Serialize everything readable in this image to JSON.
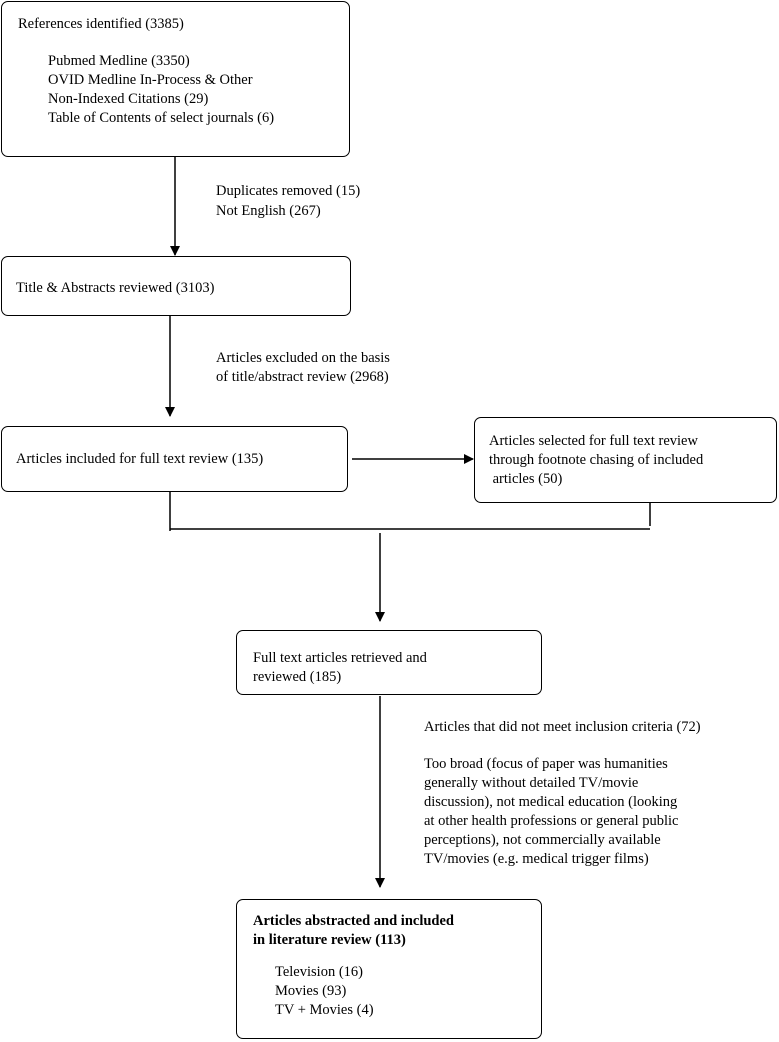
{
  "box1": {
    "title": "References identified (3385)",
    "items": [
      "Pubmed Medline (3350)",
      "OVID Medline In-Process & Other",
      "Non-Indexed Citations (29)",
      "Table of Contents of select journals (6)"
    ]
  },
  "note1": {
    "lines": [
      "Duplicates removed (15)",
      "Not English (267)"
    ]
  },
  "box2": {
    "title": "Title & Abstracts reviewed (3103)"
  },
  "note2": {
    "lines": [
      "Articles excluded on the basis",
      "of title/abstract review (2968)"
    ]
  },
  "box3": {
    "title": "Articles included for full text review (135)"
  },
  "box4": {
    "lines": [
      "Articles selected for full text review",
      "through footnote chasing of included",
      " articles (50)"
    ]
  },
  "box5": {
    "lines": [
      "Full text articles retrieved and",
      "reviewed (185)"
    ]
  },
  "note3": {
    "heading": "Articles that did not meet inclusion criteria (72)",
    "lines": [
      "Too broad (focus of paper was humanities",
      "generally without detailed TV/movie",
      "discussion), not medical education (looking",
      "at other health professions or general public",
      "perceptions), not commercially available",
      "TV/movies (e.g. medical trigger films)"
    ]
  },
  "box6": {
    "title_lines": [
      "Articles abstracted and included",
      "in literature review (113)"
    ],
    "items": [
      "Television (16)",
      "Movies (93)",
      "TV + Movies (4)"
    ]
  }
}
